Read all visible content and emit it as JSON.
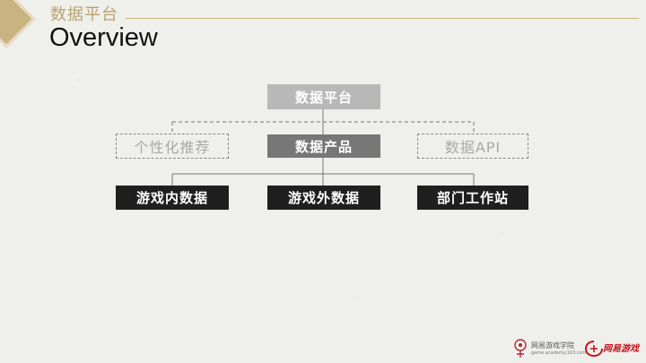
{
  "header": {
    "section_title": "数据平台",
    "page_title": "Overview"
  },
  "diagram": {
    "root": "数据平台",
    "middle": "数据产品",
    "aux_left": "个性化推荐",
    "aux_right": "数据API",
    "leaves": [
      "游戏内数据",
      "游戏外数据",
      "部门工作站"
    ]
  },
  "footer": {
    "academy_name": "网易游戏学院",
    "academy_url": "game.academy.163.com",
    "games_name": "网易游戏"
  },
  "colors": {
    "accent_gold": "#c9b380",
    "root_fill": "#b8b8b8",
    "middle_fill": "#777777",
    "leaf_fill": "#1f1f1f",
    "brand_red": "#c4161c"
  }
}
